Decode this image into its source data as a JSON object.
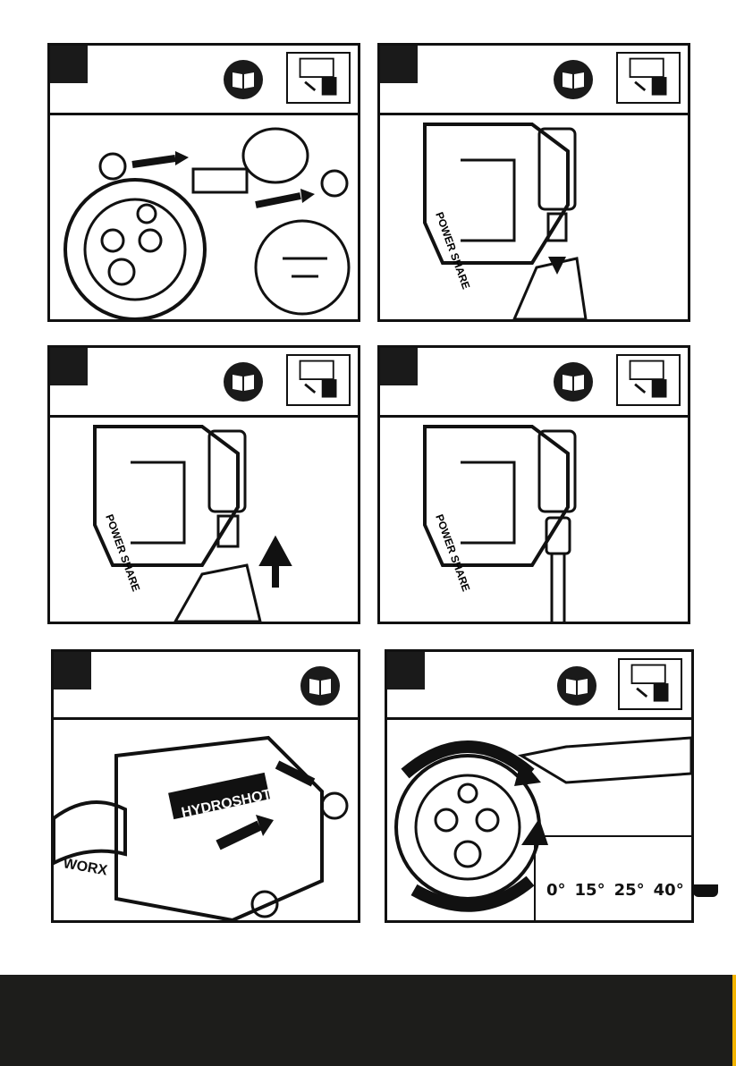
{
  "panels": [
    {
      "id": "panel-1",
      "has_book": true,
      "has_thumb": true
    },
    {
      "id": "panel-2",
      "has_book": true,
      "has_thumb": true
    },
    {
      "id": "panel-3",
      "has_book": true,
      "has_thumb": true
    },
    {
      "id": "panel-4",
      "has_book": true,
      "has_thumb": true
    },
    {
      "id": "panel-5",
      "has_book": true,
      "has_thumb": false
    },
    {
      "id": "panel-6",
      "has_book": true,
      "has_thumb": true
    }
  ],
  "brand_text": {
    "hydroshot": "HYDROSHOT",
    "power_share": "POWER SHARE",
    "worx": "WORX"
  },
  "spray_angles": [
    "0°",
    "15°",
    "25°",
    "40°"
  ],
  "icons": [
    "book-icon",
    "battery-thumbnail-icon",
    "arrow-icon",
    "hand-icon"
  ],
  "colors": {
    "ink": "#111111",
    "footer": "#1d1d1b",
    "accent": "#f4b400"
  }
}
